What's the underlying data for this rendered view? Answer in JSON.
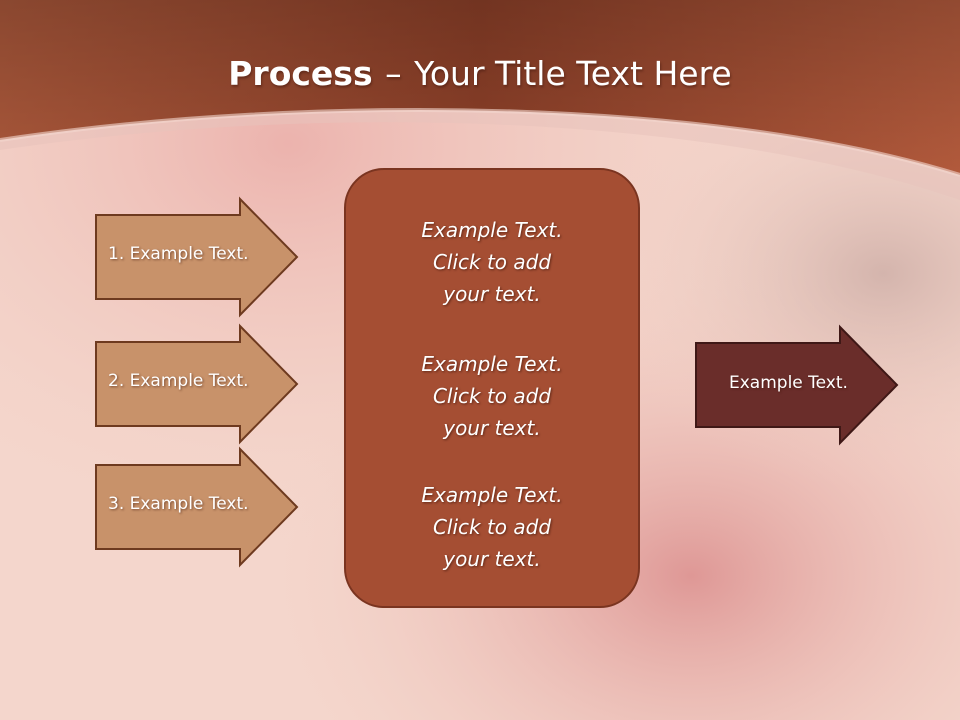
{
  "title": {
    "bold": "Process",
    "separator": "–",
    "rest": "Your Title Text Here"
  },
  "steps": [
    {
      "label": "1. Example Text."
    },
    {
      "label": "2. Example Text."
    },
    {
      "label": "3. Example Text."
    }
  ],
  "center_box": {
    "blocks": [
      {
        "line1": "Example Text.",
        "line2": "Click  to add",
        "line3": "your text."
      },
      {
        "line1": "Example Text.",
        "line2": "Click  to add",
        "line3": "your text."
      },
      {
        "line1": "Example Text.",
        "line2": "Click  to add",
        "line3": "your text."
      }
    ]
  },
  "output": {
    "label": "Example Text."
  },
  "colors": {
    "header": "#a54e33",
    "step_fill": "#c8926a",
    "step_border": "#6e3a1f",
    "center_fill": "#a54e33",
    "output_fill": "#6a2d2a"
  }
}
